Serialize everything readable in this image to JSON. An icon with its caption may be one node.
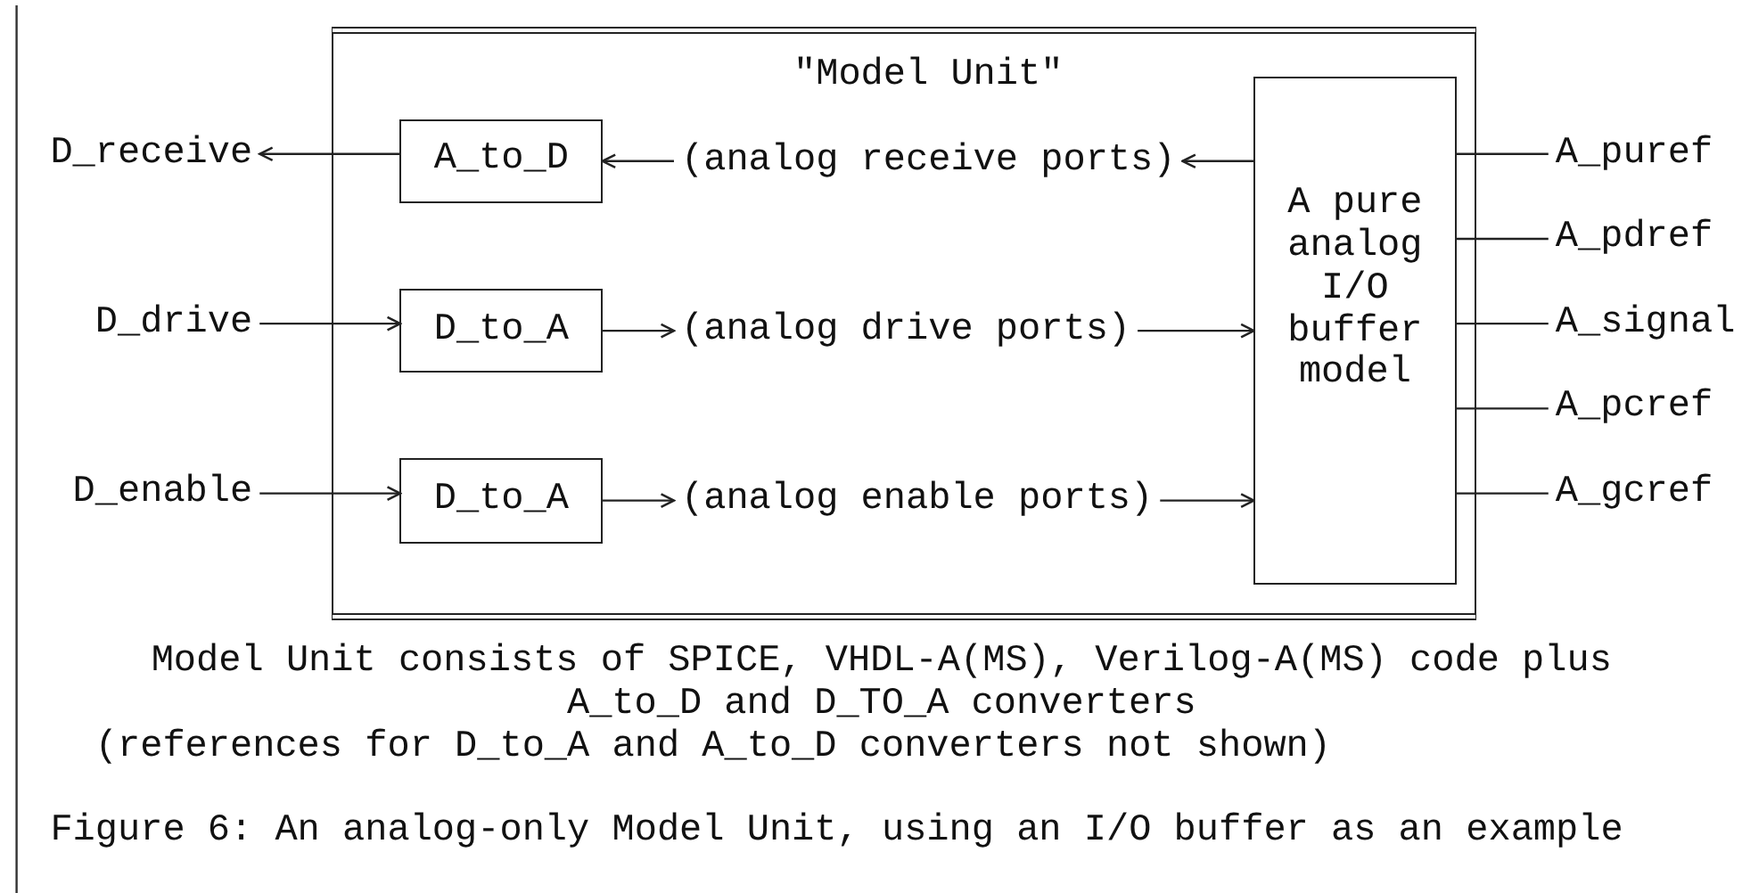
{
  "diagram": {
    "caption": "Figure 6: An analog-only Model Unit, using an I/O buffer as an example",
    "nodes": [
      {
        "text": [
          "\"Model Unit\""
        ]
      },
      {
        "text": [
          "A_to_D"
        ],
        "in": 0
      },
      {
        "text": [
          "D_to_A"
        ],
        "in": 0
      },
      {
        "text": [
          "D_to_A"
        ],
        "in": 0
      },
      {
        "text": [
          "A pure analog I/O buffer model"
        ],
        "in": 0
      },
      {
        "text": [
          "D_receive"
        ]
      },
      {
        "text": [
          "D_drive"
        ]
      },
      {
        "text": [
          "D_enable"
        ]
      },
      {
        "text": [
          "(analog receive ports)"
        ],
        "in": 0
      },
      {
        "text": [
          "(analog drive ports)"
        ],
        "in": 0
      },
      {
        "text": [
          "(analog enable ports)"
        ],
        "in": 0
      },
      {
        "text": [
          "A_puref"
        ]
      },
      {
        "text": [
          "A_pdref"
        ]
      },
      {
        "text": [
          "A_signal"
        ]
      },
      {
        "text": [
          "A_pcref"
        ]
      },
      {
        "text": [
          "A_gcref"
        ]
      }
    ],
    "edges": [
      {
        "from": 1,
        "to": 5,
        "arrow": "to"
      },
      {
        "from": 8,
        "to": 1,
        "arrow": "to"
      },
      {
        "from": 4,
        "to": 8,
        "arrow": "to"
      },
      {
        "from": 6,
        "to": 2,
        "arrow": "to"
      },
      {
        "from": 2,
        "to": 9,
        "arrow": "to"
      },
      {
        "from": 9,
        "to": 4,
        "arrow": "to"
      },
      {
        "from": 7,
        "to": 3,
        "arrow": "to"
      },
      {
        "from": 3,
        "to": 10,
        "arrow": "to"
      },
      {
        "from": 10,
        "to": 4,
        "arrow": "to"
      },
      {
        "from": 4,
        "to": 11,
        "arrow": "none"
      },
      {
        "from": 4,
        "to": 12,
        "arrow": "none"
      },
      {
        "from": 4,
        "to": 13,
        "arrow": "none"
      },
      {
        "from": 4,
        "to": 14,
        "arrow": "none"
      },
      {
        "from": 4,
        "to": 15,
        "arrow": "none"
      }
    ],
    "labels": [
      "Model Unit consists of SPICE, VHDL-A(MS), Verilog-A(MS) code plus A_to_D and D_TO_A converters",
      "(references for D_to_A and A_to_D converters not shown)"
    ]
  }
}
